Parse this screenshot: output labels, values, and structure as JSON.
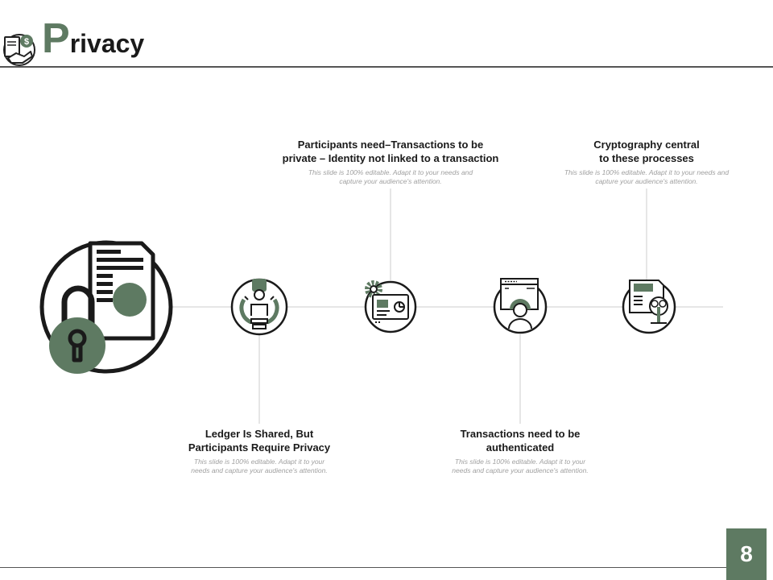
{
  "header": {
    "title_initial": "P",
    "title_rest": "rivacy"
  },
  "blocks": [
    {
      "heading_line1": "Participants need–Transactions to be",
      "heading_line2": "private – Identity not linked to a transaction",
      "body_line1": "This slide is 100% editable. Adapt it to your needs and",
      "body_line2": "capture your audience's attention."
    },
    {
      "heading_line1": "Cryptography central",
      "heading_line2": "to these processes",
      "body_line1": "This slide is 100% editable. Adapt it to your needs and",
      "body_line2": "capture your audience's attention."
    },
    {
      "heading_line1": "Ledger Is Shared, But",
      "heading_line2": "Participants Require Privacy",
      "body_line1": "This slide is 100% editable. Adapt it to your",
      "body_line2": "needs and capture your audience's attention."
    },
    {
      "heading_line1": "Transactions need to be",
      "heading_line2": "authenticated",
      "body_line1": "This slide is 100% editable. Adapt it to your",
      "body_line2": "needs and capture your audience's attention."
    }
  ],
  "icons": {
    "title": "privacy-hand-money-icon",
    "main": "padlock-document-icon",
    "timeline": [
      "lightbulb-person-icon",
      "gear-dashboard-icon",
      "monitor-person-icon",
      "newspaper-tree-icon"
    ]
  },
  "colors": {
    "accent": "#5e7a62",
    "line": "#cccccc",
    "text": "#1a1a1a",
    "muted": "#a0a0a0"
  },
  "footer": {
    "page_number": "8"
  }
}
